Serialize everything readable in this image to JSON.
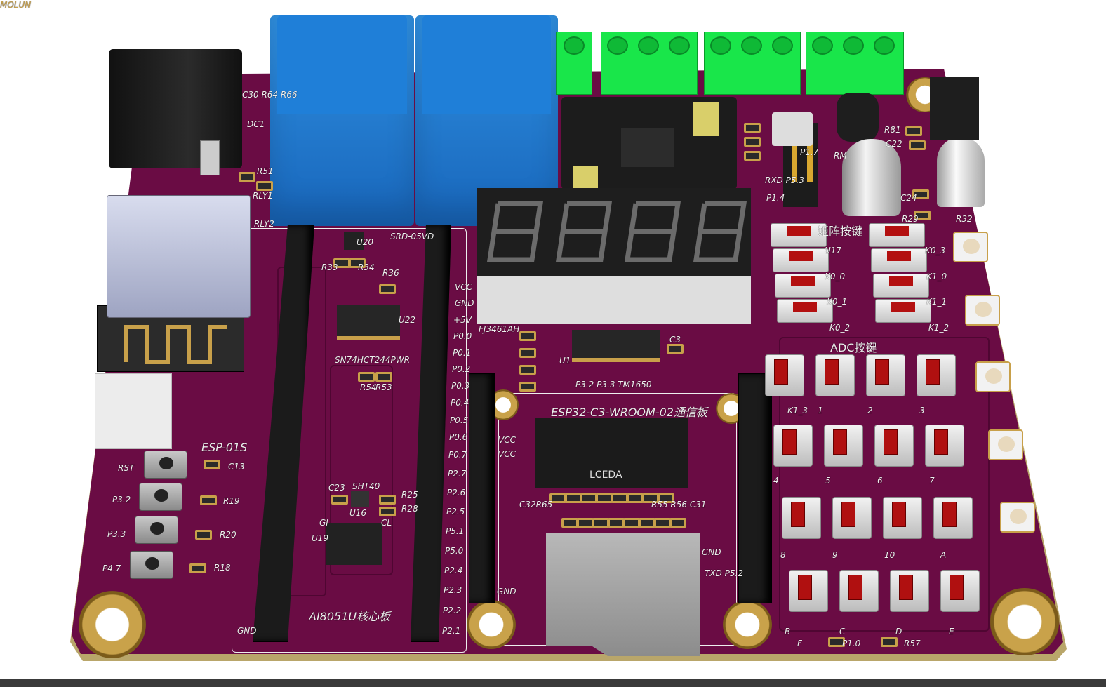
{
  "viewer": {
    "title": "3D PCB preview"
  },
  "colors": {
    "board": "#6a0c44",
    "relay": "#1f7fd8",
    "terminal": "#19e64a",
    "silkscreen": "#eeeeee",
    "pad": "#c8a04a"
  },
  "components": {
    "esp32_label": "ESP32-C3-WROOM-02通信板",
    "core_board_label": "AI8051U核心板",
    "esp01_label": "ESP-01S",
    "display_part": "FJ3461AH",
    "relay_part": "SRD-05VD",
    "buffer_part": "SN74HCT244PWR",
    "driver_label": "P3.2 P3.3 TM1650",
    "chip_label": "LCEDA",
    "matrix_label": "矩阵按键",
    "adc_label": "ADC按键",
    "sensor_label": "SHT40"
  },
  "labels": [
    "DC1",
    "R51",
    "RLY1",
    "RLY2",
    "U20",
    "R33",
    "R34",
    "R36",
    "U22",
    "R54",
    "R53",
    "C23",
    "U16",
    "R25",
    "R28",
    "U19",
    "GI",
    "CL",
    "VCC",
    "GND",
    "+5V",
    "P0.0",
    "P0.1",
    "P0.2",
    "P0.3",
    "P0.4",
    "P0.5",
    "P0.6",
    "P0.7",
    "P2.7",
    "P2.6",
    "P2.5",
    "P5.1",
    "P5.0",
    "P2.4",
    "P2.3",
    "P2.2",
    "P2.1",
    "GND",
    "GND",
    "VCC",
    "RST",
    "P3.2",
    "P3.3",
    "P4.7",
    "C13",
    "R19",
    "R20",
    "R18",
    "U1",
    "C3",
    "VCC",
    "GND",
    "TXD P5.2",
    "RXD P5.3",
    "P1.4",
    "P1.7",
    "RM",
    "R81",
    "C22",
    "C24",
    "R29",
    "R32",
    "U17",
    "K0_0",
    "K0_1",
    "K0_2",
    "K0_3",
    "K1_0",
    "K1_1",
    "K1_2",
    "K1_3",
    "1",
    "2",
    "3",
    "4",
    "5",
    "6",
    "7",
    "8",
    "9",
    "10",
    "A",
    "B",
    "C",
    "D",
    "E",
    "F",
    "P1.0",
    "R57",
    "C32R65",
    "R55 R56 C31",
    "C30 R64 R66",
    "MOLUN"
  ],
  "button_labels_count": 16
}
